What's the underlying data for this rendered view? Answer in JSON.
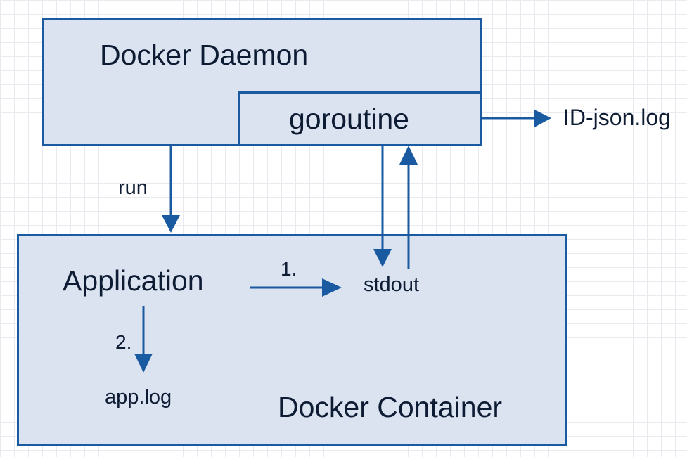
{
  "nodes": {
    "daemon": "Docker Daemon",
    "goroutine": "goroutine",
    "container": "Docker Container",
    "application": "Application",
    "stdout": "stdout",
    "app_log": "app.log",
    "id_json_log": "ID-json.log"
  },
  "edges": {
    "run": "run",
    "step1": "1.",
    "step2": "2."
  },
  "colors": {
    "box_fill": "#dbe3f1",
    "box_border": "#1a5aa0",
    "arrow": "#1a5aa0",
    "text": "#0d1b33"
  }
}
